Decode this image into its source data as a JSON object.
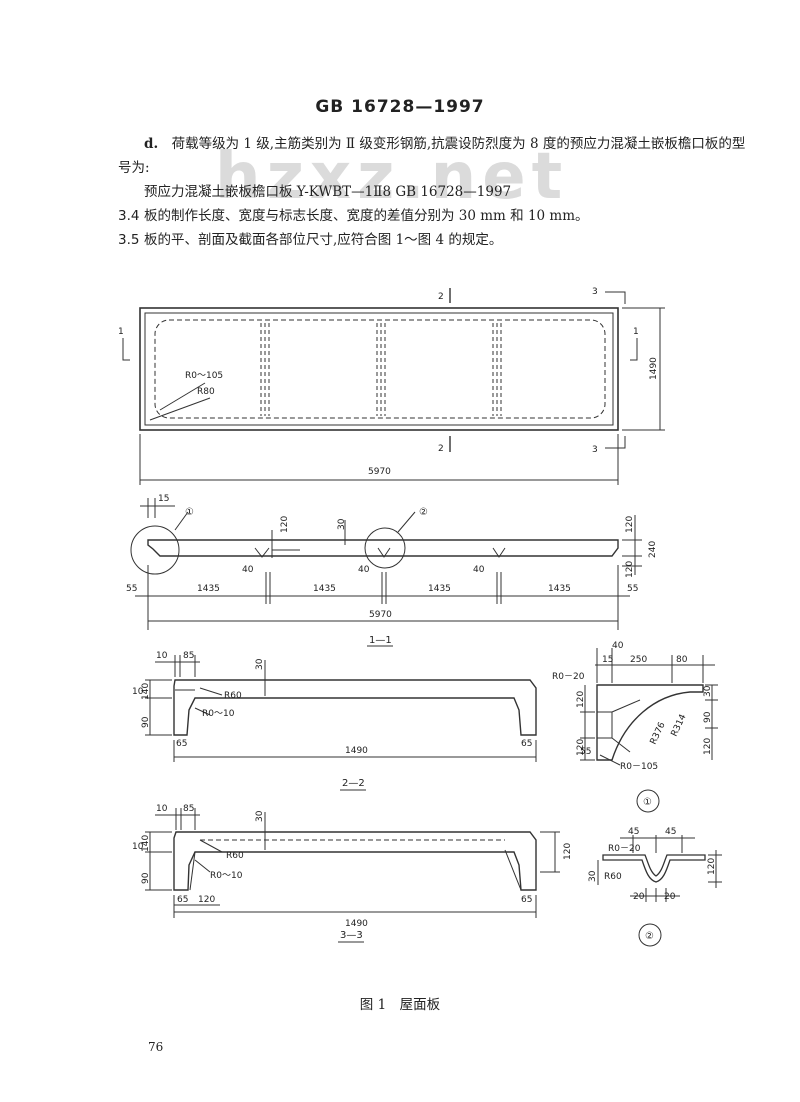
{
  "header": {
    "standard": "GB 16728—1997"
  },
  "watermark": "hzxz.net",
  "paragraphs": {
    "d_marker": "d.",
    "d_text": "荷载等级为 1 级,主筋类别为 Ⅱ 级变形钢筋,抗震设防烈度为 8 度的预应力混凝土嵌板檐口板的型号为:",
    "d_example": "预应力混凝土嵌板檐口板 Y-KWBT—1Ⅱ8 GB 16728—1997",
    "p34_num": "3.4",
    "p34_text": "板的制作长度、宽度与标志长度、宽度的差值分别为 30 mm 和 10 mm。",
    "p35_num": "3.5",
    "p35_text": "板的平、剖面及截面各部位尺寸,应符合图 1～图 4 的规定。"
  },
  "figure": {
    "plan": {
      "cut1": "1",
      "cut2": "2",
      "cut3": "3",
      "width": "1490",
      "length": "5970",
      "r_corner": "R0～105",
      "r80": "R80"
    },
    "section11": {
      "d15": "15",
      "d120": "120",
      "d30": "30",
      "d240": "240",
      "d55": "55",
      "d1435": "1435",
      "d40": "40",
      "total": "5970",
      "title": "1—1",
      "detail1": "①",
      "detail2": "②"
    },
    "section22": {
      "d10": "10",
      "d85": "85",
      "d30": "30",
      "d140": "140",
      "d90": "90",
      "d65": "65",
      "r60": "R60",
      "r0_10": "R0～10",
      "width": "1490",
      "title": "2—2"
    },
    "section33": {
      "d10": "10",
      "d85": "85",
      "d30": "30",
      "d140": "140",
      "d90": "90",
      "d65": "65",
      "d120": "120",
      "r60": "R60",
      "r0_10": "R0～10",
      "width": "1490",
      "title": "3—3"
    },
    "detail1": {
      "d40": "40",
      "d15": "15",
      "d250": "250",
      "d80": "80",
      "r0_20": "R0－20",
      "d120": "120",
      "d30": "30",
      "d90": "90",
      "r376": "R376",
      "r314": "R314",
      "d55": "55",
      "r0_105": "R0－105",
      "mark": "①"
    },
    "detail2": {
      "d45": "45",
      "r0_20": "R0－20",
      "d30": "30",
      "r60": "R60",
      "d120": "120",
      "d20": "20",
      "mark": "②"
    },
    "caption": "图 1　屋面板"
  },
  "page_number": "76"
}
